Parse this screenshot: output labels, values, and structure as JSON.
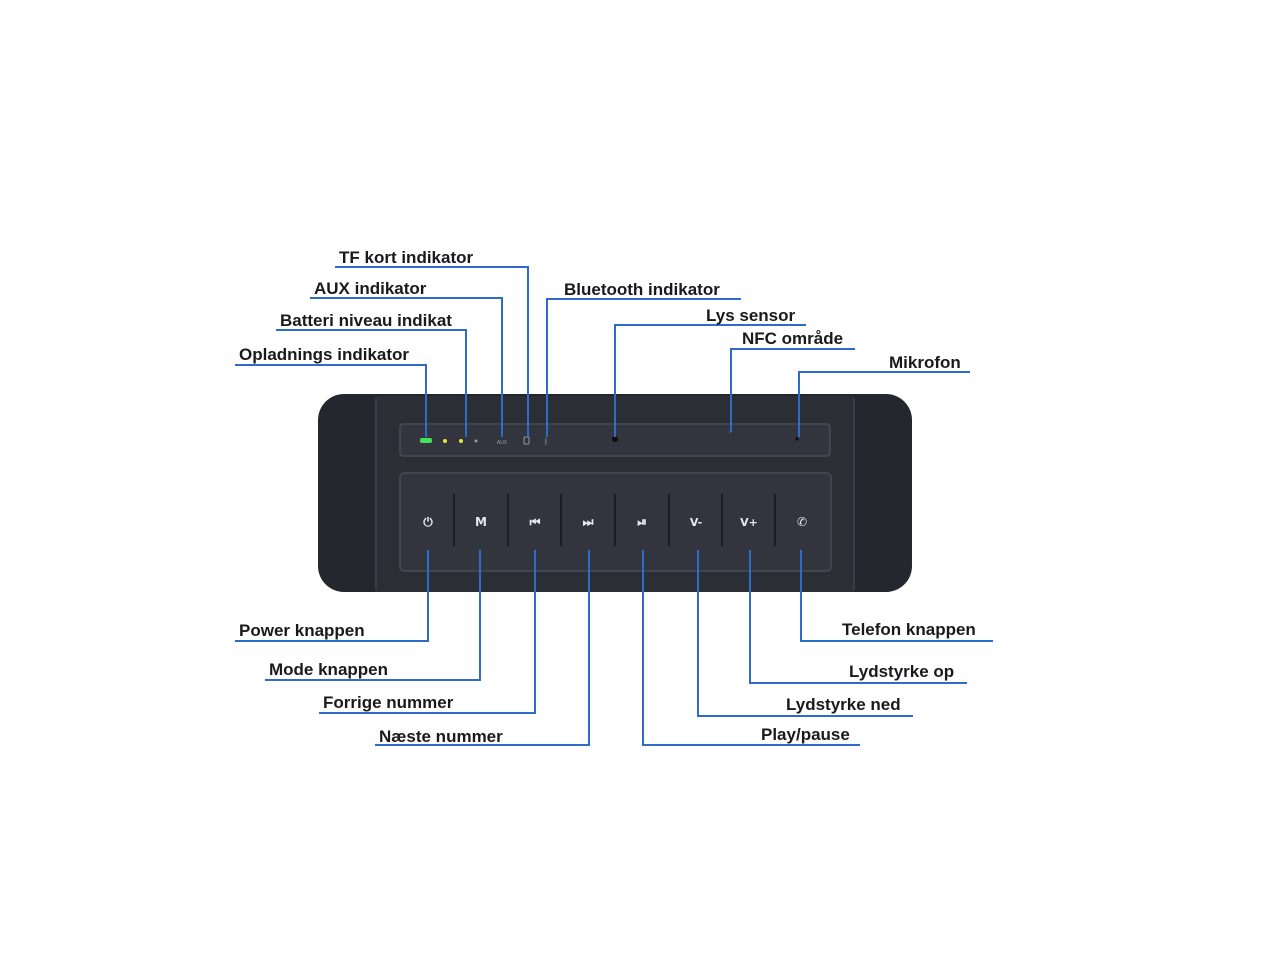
{
  "colors": {
    "leader": "#2f6bc8",
    "body": "#25272e",
    "panel": "#31343c",
    "led_green": "#45e35a",
    "led_yellow": "#e8e23a"
  },
  "top_labels": {
    "tf": "TF kort indikator",
    "aux": "AUX indikator",
    "battery": "Batteri niveau indikat",
    "charging": "Opladnings indikator",
    "bluetooth": "Bluetooth indikator",
    "light": "Lys sensor",
    "nfc": "NFC område",
    "mic": "Mikrofon"
  },
  "bottom_labels": {
    "power": "Power knappen",
    "mode": "Mode knappen",
    "prev": "Forrige nummer",
    "next": "Næste nummer",
    "phone": "Telefon knappen",
    "vol_up": "Lydstyrke op",
    "vol_down": "Lydstyrke ned",
    "play": "Play/pause"
  },
  "device": {
    "aux_text": "AUX",
    "buttons": [
      {
        "key": "power",
        "glyph": "⏻",
        "icon": "power-icon"
      },
      {
        "key": "mode",
        "glyph": "M",
        "icon": "mode-icon"
      },
      {
        "key": "prev",
        "glyph": "⏮",
        "icon": "previous-icon"
      },
      {
        "key": "next",
        "glyph": "⏭",
        "icon": "next-icon"
      },
      {
        "key": "play",
        "glyph": "⏯",
        "icon": "play-pause-icon"
      },
      {
        "key": "vol_down",
        "glyph": "V-",
        "icon": "volume-down-icon"
      },
      {
        "key": "vol_up",
        "glyph": "V+",
        "icon": "volume-up-icon"
      },
      {
        "key": "phone",
        "glyph": "✆",
        "icon": "phone-icon"
      }
    ]
  }
}
